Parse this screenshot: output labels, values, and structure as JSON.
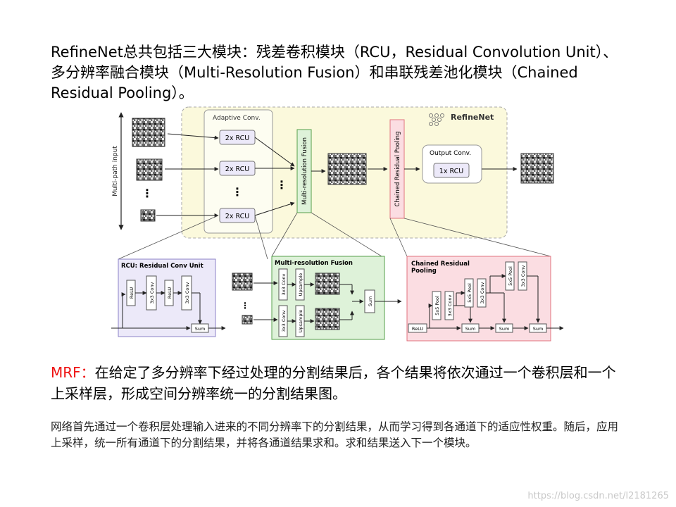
{
  "intro": {
    "text": "RefineNet总共包括三大模块：残差卷积模块（RCU，Residual Convolution Unit）、多分辨率融合模块（Multi-Resolution Fusion）和串联残差池化模块（Chained Residual Pooling）。"
  },
  "figure": {
    "logo_label": "RefineNet",
    "multi_path_input": "Multi-path input",
    "adaptive_conv": "Adaptive Conv.",
    "rcu_2x": "2x RCU",
    "mrf_vertical": "Multi-resolution Fusion",
    "crp_vertical": "Chained Residual Pooling",
    "output_conv": "Output Conv.",
    "rcu_1x": "1x RCU",
    "rcu_panel": {
      "title": "RCU: Residual Conv Unit",
      "relu": "ReLU",
      "conv": "3x3 Conv",
      "sum": "Sum"
    },
    "mrf_panel": {
      "title": "Multi-resolution Fusion",
      "conv": "3x3 Conv",
      "upsample": "Upsample",
      "sum": "Sum"
    },
    "crp_panel": {
      "title_line1": "Chained Residual",
      "title_line2": "Pooling",
      "relu": "ReLU",
      "pool": "5x5 Pool",
      "conv": "3x3 Conv",
      "sum": "Sum"
    },
    "colors": {
      "panel_yellow": "#fbf9dc",
      "rcu_purple": "#ece9f9",
      "mrf_green": "#def2d9",
      "crp_pink": "#fbdde2",
      "crp_border": "#e0727e"
    }
  },
  "mrf": {
    "lead": "MRF：",
    "text": "在给定了多分辨率下经过处理的分割结果后，各个结果将依次通过一个卷积层和一个上采样层，形成空间分辨率统一的分割结果图。"
  },
  "body": {
    "text": "网络首先通过一个卷积层处理输入进来的不同分辨率下的分割结果，从而学习得到各通道下的适应性权重。随后，应用上采样，统一所有通道下的分割结果，并将各通道结果求和。求和结果送入下一个模块。"
  },
  "watermark": "https://blog.csdn.net/l2181265"
}
